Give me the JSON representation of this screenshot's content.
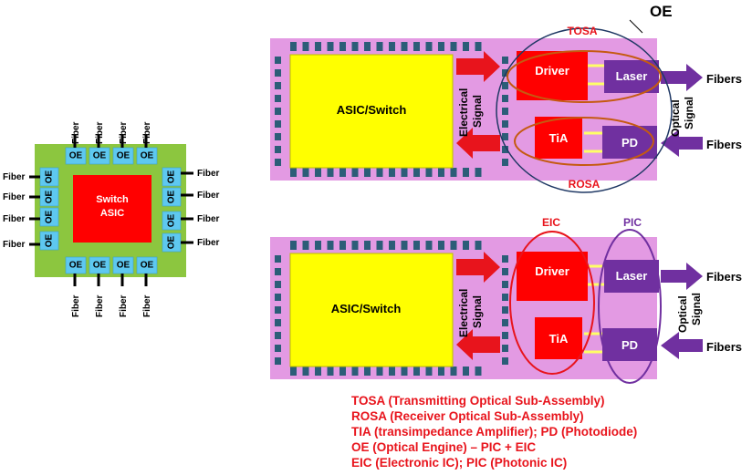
{
  "chip": {
    "center_label_line1": "Switch",
    "center_label_line2": "ASIC",
    "oe_label": "OE",
    "fiber_label": "Fiber"
  },
  "top_diagram": {
    "asic_label": "ASIC/Switch",
    "electrical_line1": "Electrical",
    "electrical_line2": "Signal",
    "driver_label": "Driver",
    "laser_label": "Laser",
    "tia_label": "TiA",
    "pd_label": "PD",
    "tosa_label": "TOSA",
    "rosa_label": "ROSA",
    "oe_label": "OE",
    "optical_line1": "Optical",
    "optical_line2": "Signal",
    "fibers_top": "Fibers",
    "fibers_bottom": "Fibers"
  },
  "bottom_diagram": {
    "asic_label": "ASIC/Switch",
    "electrical_line1": "Electrical",
    "electrical_line2": "Signal",
    "driver_label": "Driver",
    "laser_label": "Laser",
    "tia_label": "TiA",
    "pd_label": "PD",
    "eic_label": "EIC",
    "pic_label": "PIC",
    "optical_line1": "Optical",
    "optical_line2": "Signal",
    "fibers_top": "Fibers",
    "fibers_bottom": "Fibers"
  },
  "legend": [
    "TOSA (Transmitting Optical Sub-Assembly)",
    "ROSA (Receiver Optical Sub-Assembly)",
    "TIA (transimpedance Amplifier); PD (Photodiode)",
    "OE (Optical Engine) – PIC + EIC",
    "EIC (Electronic IC); PIC (Photonic IC)"
  ],
  "colors": {
    "substrate": "#e39ae3",
    "asic": "#ffff00",
    "asic_border": "#bdbd00",
    "pad": "#2c5d78",
    "red_block": "#ff0000",
    "purple_block": "#7030a0",
    "arrow_red": "#e8141c",
    "oe_blue": "#5ec8f0",
    "chip_green": "#8cc63f",
    "label_red": "#e8141c",
    "tosa_oval": "#c55a11",
    "eic_oval": "#e8141c",
    "pic_oval": "#7030a0",
    "oe_oval": "#1f3864"
  }
}
